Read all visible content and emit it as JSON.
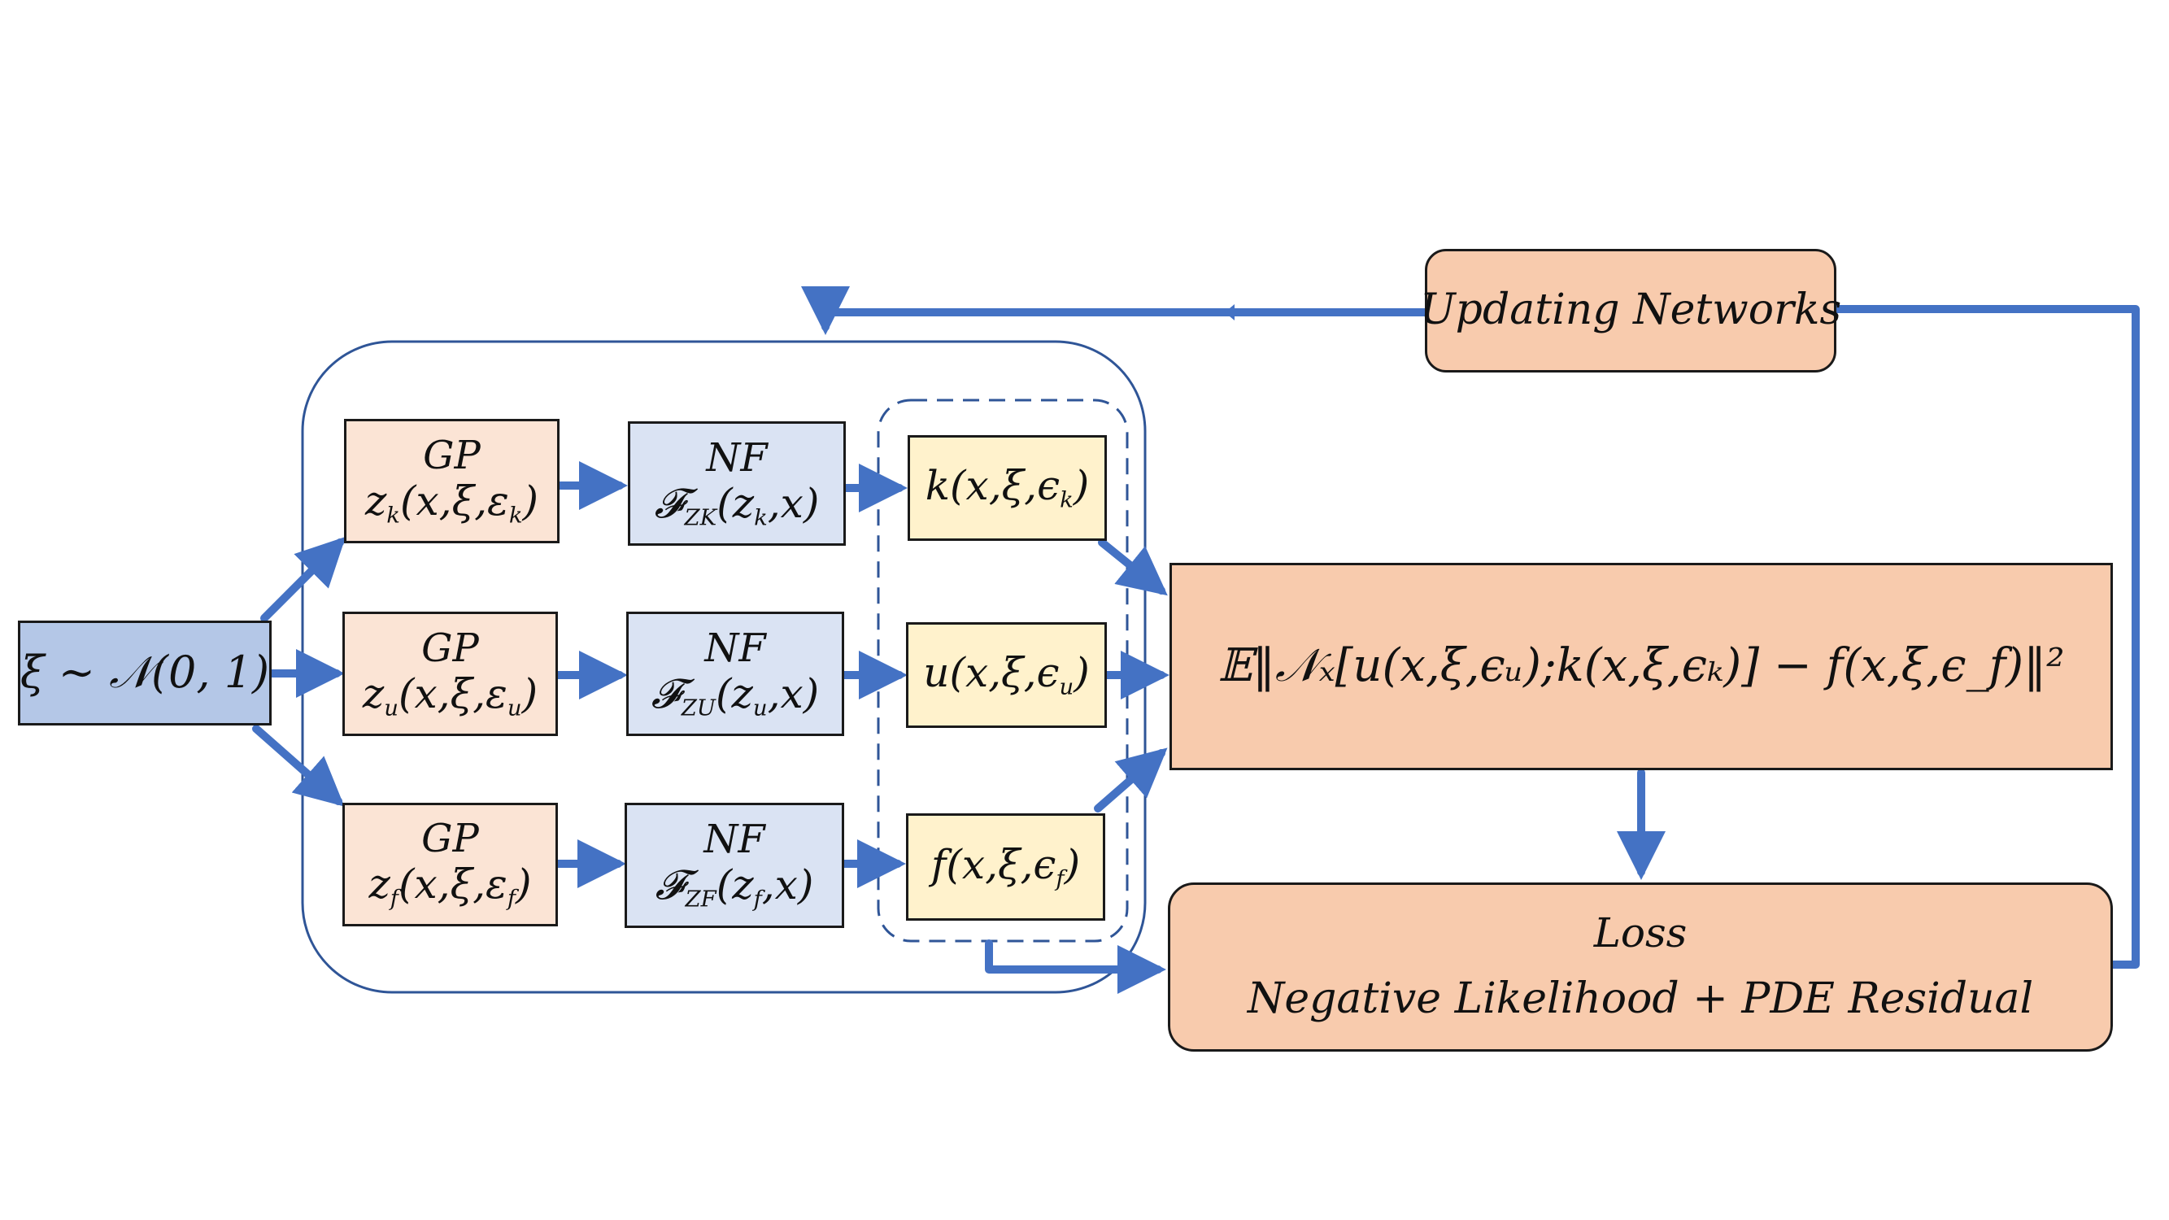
{
  "source": {
    "text": "ξ ∼ 𝒩(0, 1)"
  },
  "gp_boxes": [
    {
      "title": "GP",
      "formula": "z_k(x,ξ,ε_k)"
    },
    {
      "title": "GP",
      "formula": "z_u(x,ξ,ε_u)"
    },
    {
      "title": "GP",
      "formula": "z_f(x,ξ,ε_f)"
    }
  ],
  "nf_boxes": [
    {
      "title": "NF",
      "formula": "𝓕_ZK(z_k,x)"
    },
    {
      "title": "NF",
      "formula": "𝓕_ZU(z_u,x)"
    },
    {
      "title": "NF",
      "formula": "𝓕_ZF(z_f,x)"
    }
  ],
  "output_boxes": [
    {
      "formula": "k(x,ξ,ϵ_k)"
    },
    {
      "formula": "u(x,ξ,ϵ_u)"
    },
    {
      "formula": "f(x,ξ,ϵ_f)"
    }
  ],
  "expectation": {
    "text": "𝔼‖𝒩ₓ[u(x,ξ,ϵᵤ);k(x,ξ,ϵₖ)] − f(x,ξ,ϵ_f)‖²"
  },
  "loss": {
    "title": "Loss",
    "text": "Negative Likelihood + PDE Residual"
  },
  "update": {
    "text": "Updating Networks"
  },
  "colors": {
    "arrow": "#4472c4",
    "container_border": "#2f5597",
    "gp_fill": "#fbe4d5",
    "nf_fill": "#dae3f3",
    "output_fill": "#fff2cc",
    "loss_fill": "#f8cbad",
    "source_fill": "#b4c7e7"
  }
}
